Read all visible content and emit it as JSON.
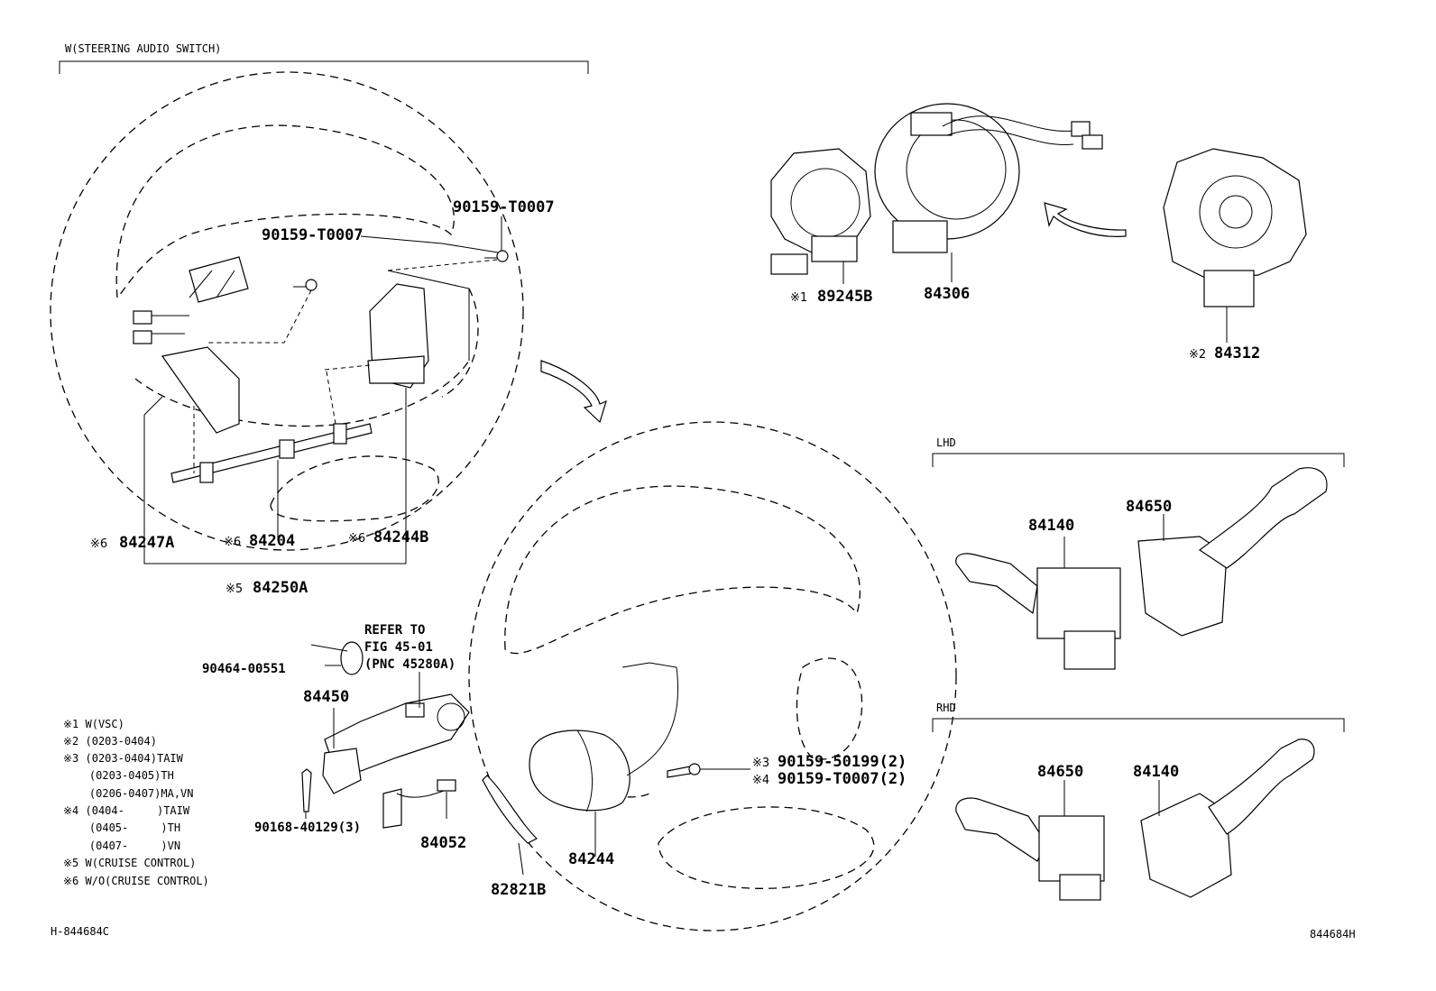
{
  "header": {
    "steering_audio": "W(STEERING AUDIO SWITCH)",
    "lhd": "LHD",
    "rhd": "RHD"
  },
  "labels": {
    "p90159_t0007_a": "90159-T0007",
    "p90159_t0007_b": "90159-T0007",
    "p89245b_mark": "※1",
    "p89245b": "89245B",
    "p84306": "84306",
    "p84312_mark": "※2",
    "p84312": "84312",
    "p84247a_mark": "※6",
    "p84247a": "84247A",
    "p84204_mark": "※6",
    "p84204": "84204",
    "p84244b_mark": "※6",
    "p84244b": "84244B",
    "p84250a_mark": "※5",
    "p84250a": "84250A",
    "lhd_84140": "84140",
    "lhd_84650": "84650",
    "rhd_84650": "84650",
    "rhd_84140": "84140",
    "refer_line1": "REFER TO",
    "refer_line2": "FIG 45-01",
    "refer_line3": "(PNC 45280A)",
    "p90464": "90464-00551",
    "p84450": "84450",
    "p90168": "90168-40129(3)",
    "p84052": "84052",
    "p82821b": "82821B",
    "p84244": "84244",
    "p3_mark": "※3",
    "p90159_50199": "90159-50199(2)",
    "p4_mark": "※4",
    "p90159_t0007_2": "90159-T0007(2)"
  },
  "notes": [
    "※1 W(VSC)",
    "※2 (0203-0404)",
    "※3 (0203-0404)TAIW",
    "    (0203-0405)TH",
    "    (0206-0407)MA,VN",
    "※4 (0404-     )TAIW",
    "    (0405-     )TH",
    "    (0407-     )VN",
    "※5 W(CRUISE CONTROL)",
    "※6 W/O(CRUISE CONTROL)"
  ],
  "footer": {
    "left_code": "H-844684C",
    "right_code": "844684H"
  }
}
